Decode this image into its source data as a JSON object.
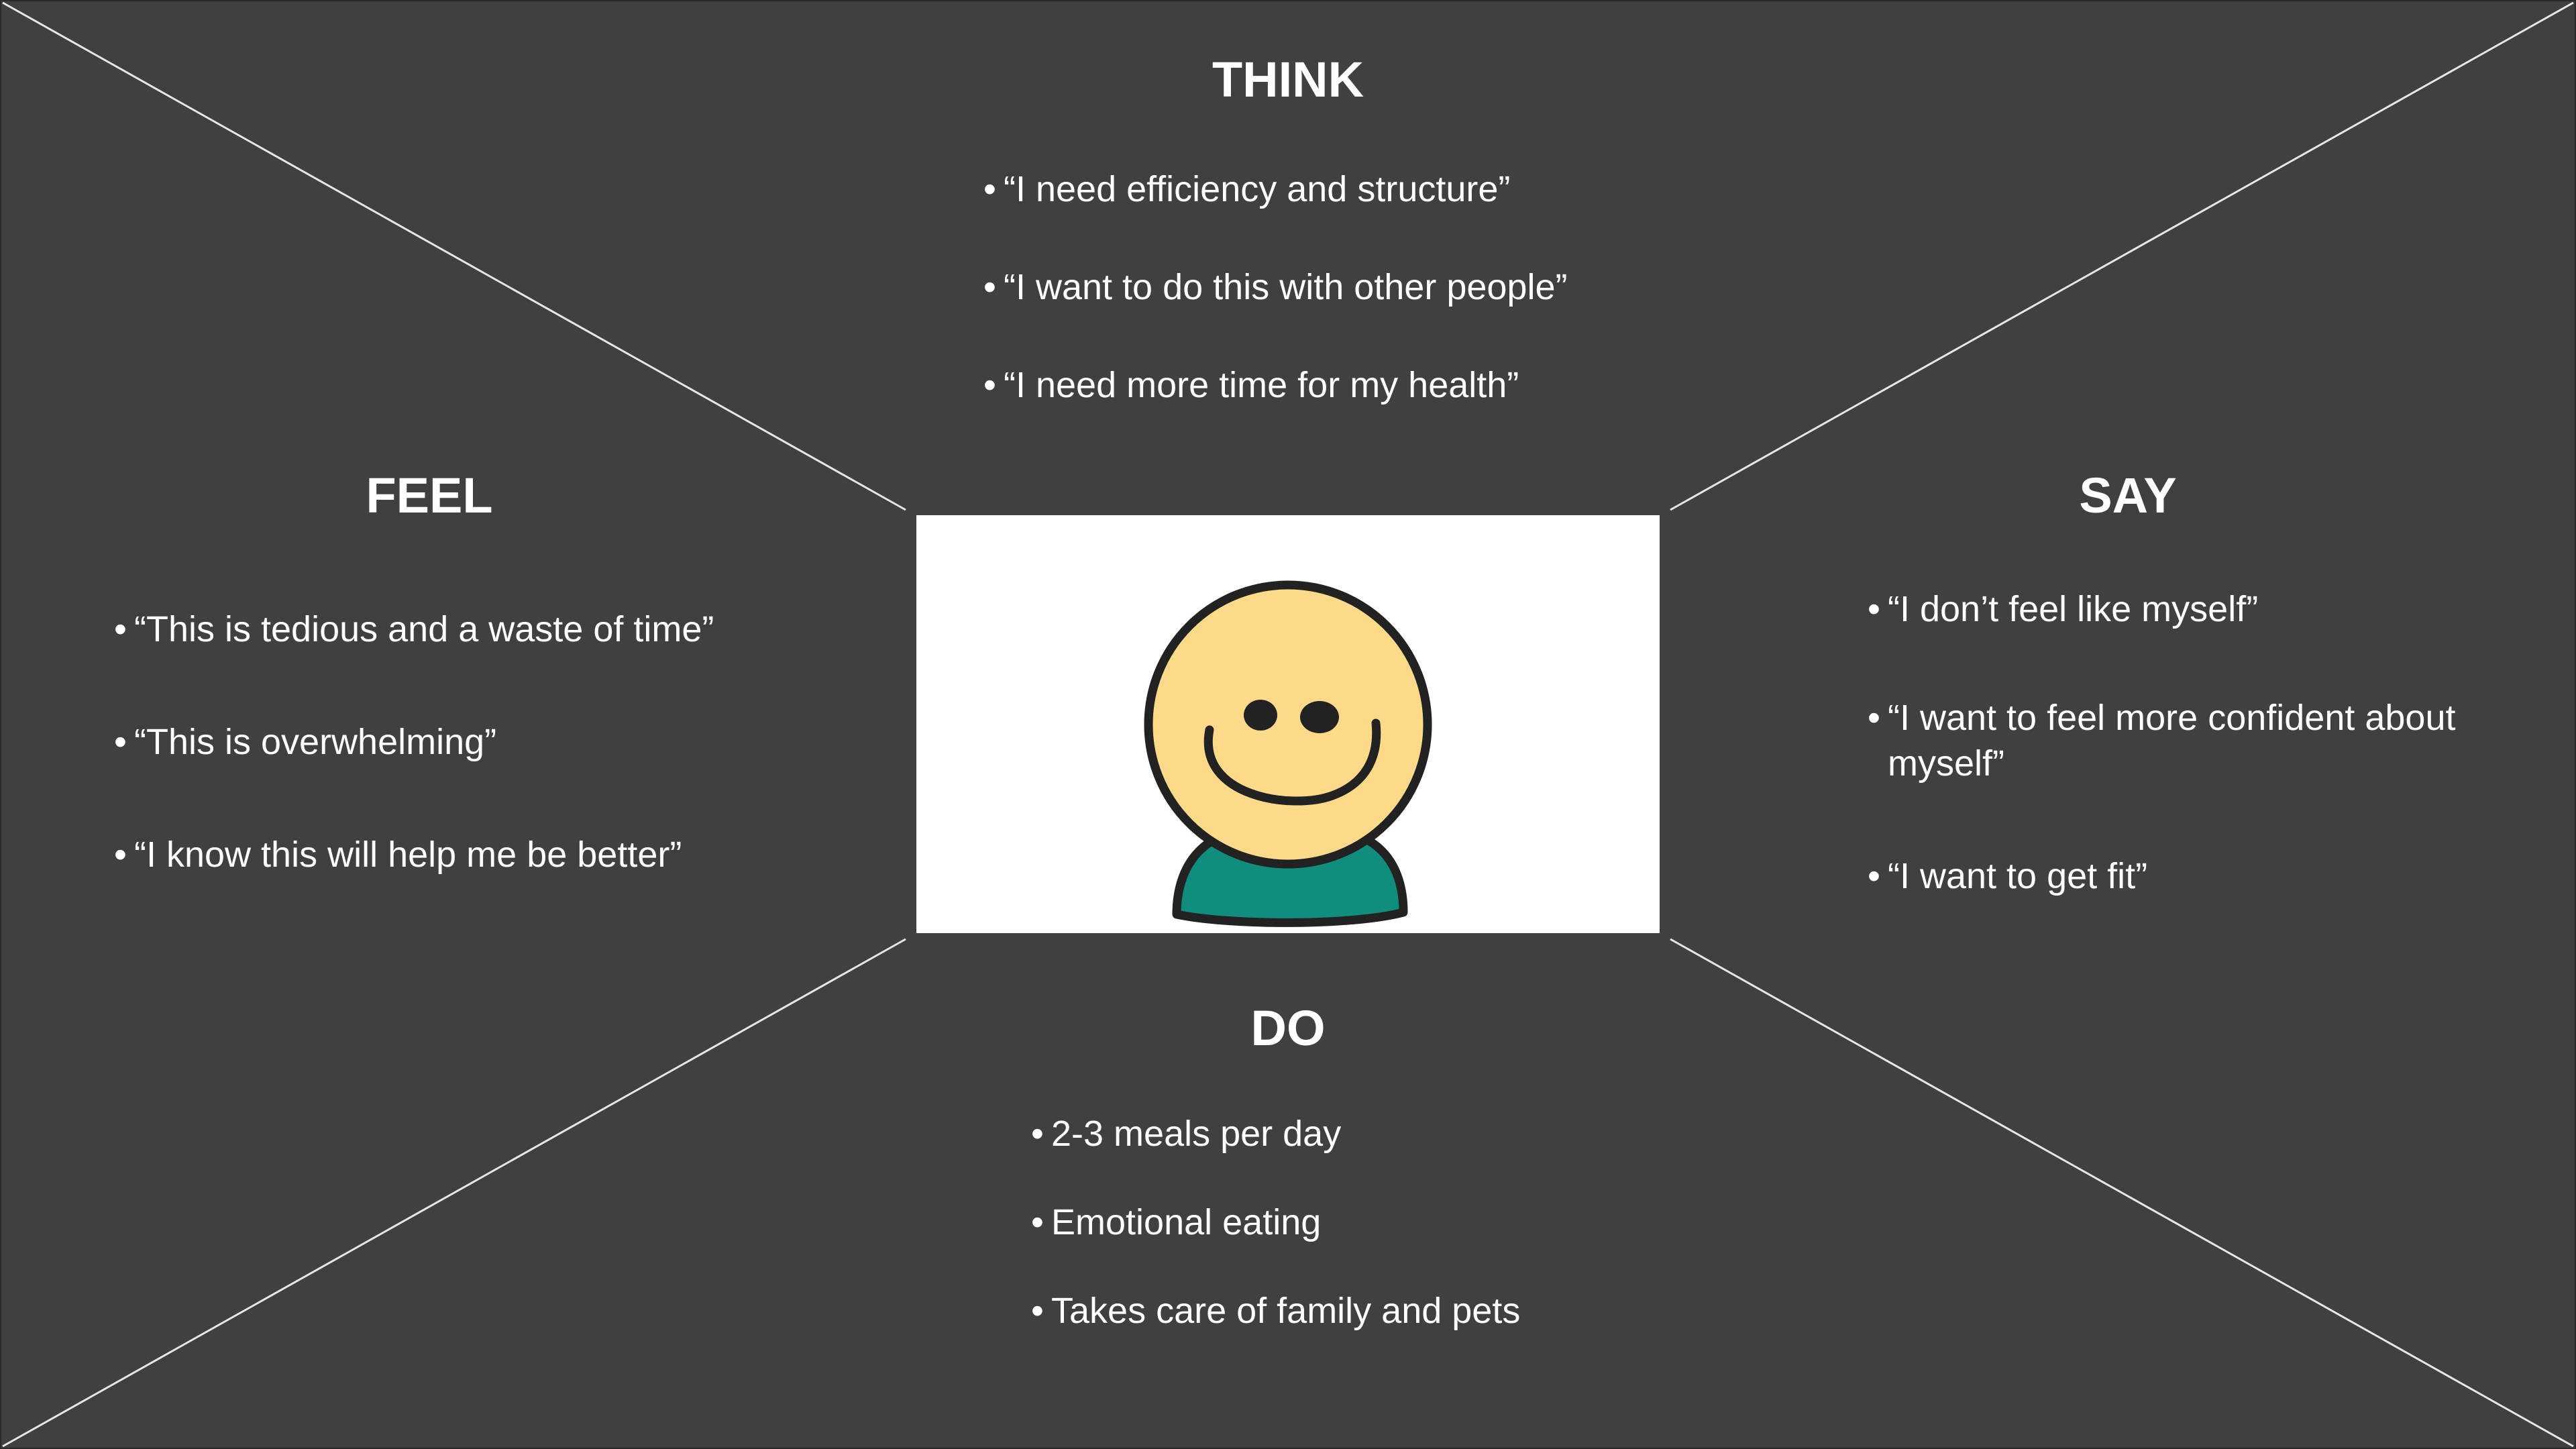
{
  "colors": {
    "background": "#404040",
    "text": "#ffffff",
    "divider_lines": "#e6e6e6",
    "persona_panel": "#ffffff",
    "face": "#fdd98a",
    "body": "#108d7d",
    "outline": "#222222"
  },
  "persona": {
    "icon": "smiley-person-icon"
  },
  "think": {
    "title": "THINK",
    "items": [
      "“I need efficiency and structure”",
      "“I want to do this with other people”",
      "“I need more time for my health”"
    ]
  },
  "feel": {
    "title": "FEEL",
    "items": [
      "“This is tedious and a waste of time”",
      "“This is overwhelming”",
      "“I know this will help me be better”"
    ]
  },
  "say": {
    "title": "SAY",
    "items": [
      "“I don’t feel like myself”",
      "“I want to feel more confident about myself”",
      "“I want to get fit”"
    ]
  },
  "do": {
    "title": "DO",
    "items": [
      "2-3 meals per day",
      "Emotional eating",
      "Takes care of family and pets"
    ]
  }
}
